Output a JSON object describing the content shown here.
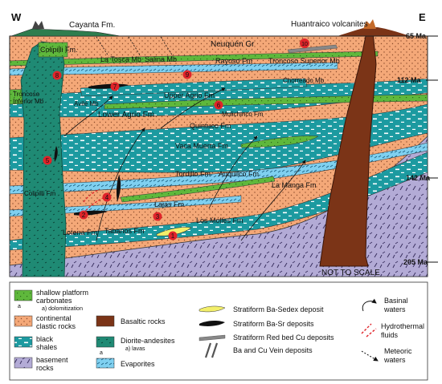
{
  "colors": {
    "shallow_platform": "#5fb83c",
    "continental": "#f4a878",
    "black_shales": "#1c9aa0",
    "basement": "#b3abd6",
    "basaltic": "#7b3417",
    "diorite": "#1f8a74",
    "evaporites": "#7fd0f0",
    "sedex": "#f3ef6a",
    "deposit_marker": "#e0242a"
  },
  "diagram": {
    "side_west": "W",
    "side_east": "E",
    "not_to_scale": "NOT TO SCALE",
    "ages": [
      "65 Ma",
      "112 Ma",
      "142 Ma",
      "205 Ma"
    ],
    "formations": {
      "cayanta": "Cayanta Fm.",
      "huantraico": "Huantraico volcanites",
      "colipilli_top": "Colipilli Fm.",
      "la_tosca": "La Tosca Mb",
      "salina": "Salina Mb",
      "neuquen": "Neuquén Gr",
      "rayoso": "Rayoso Fm",
      "troncoso_superior": "Troncoso Superior Mb",
      "chorreado": "Chorreado Mb",
      "troncoso_inferior_1": "Troncoso",
      "troncoso_inferior_2": "Inferior Mb",
      "avile": "Avilé Mb",
      "upper_agrio": "Upper Agrio Fm",
      "lower_agrio": "Lower Agrio Fm",
      "mulichinco": "Mulichinco Fm",
      "quintuco": "Quintuco Fm",
      "vaca_muerta": "Vaca Muerta Fm",
      "tordillo": "Tordillo Fm",
      "auquilco": "Auquilco Fm",
      "la_manga": "La Manga Fm",
      "colipilli_low": "Colipilli Fm",
      "lajas": "Lajas Fm",
      "los_molles": "Los Molles Fm",
      "lotena": "Lotena Fm",
      "tabanos": "Tabanos Fm"
    },
    "deposit_numbers": [
      "1",
      "2",
      "3",
      "4",
      "5",
      "6",
      "7",
      "8",
      "9",
      "10"
    ]
  },
  "legend": {
    "shallow_platform": "shallow platform",
    "carbonates": "carbonates",
    "dolomitization": "a) dolomitization",
    "continental": "continental",
    "clastic_rocks": "clastic rocks",
    "black": "black",
    "shales": "shales",
    "basement": "basement",
    "rocks": "rocks",
    "basaltic": "Basaltic rocks",
    "diorite": "Diorite-andesites",
    "lavas": "a) lavas",
    "evaporites": "Evaporites",
    "sedex": "Stratiform Ba-Sedex deposit",
    "ba_sr": "Stratiform Ba-Sr deposits",
    "red_bed": "Stratiform Red bed Cu deposits",
    "vein": "Ba and Cu Vein deposits",
    "basinal_1": "Basinal",
    "basinal_2": "waters",
    "hydro_1": "Hydrothermal",
    "hydro_2": "fluids",
    "meteoric_1": "Meteoric",
    "meteoric_2": "waters",
    "sub_a": "a"
  }
}
